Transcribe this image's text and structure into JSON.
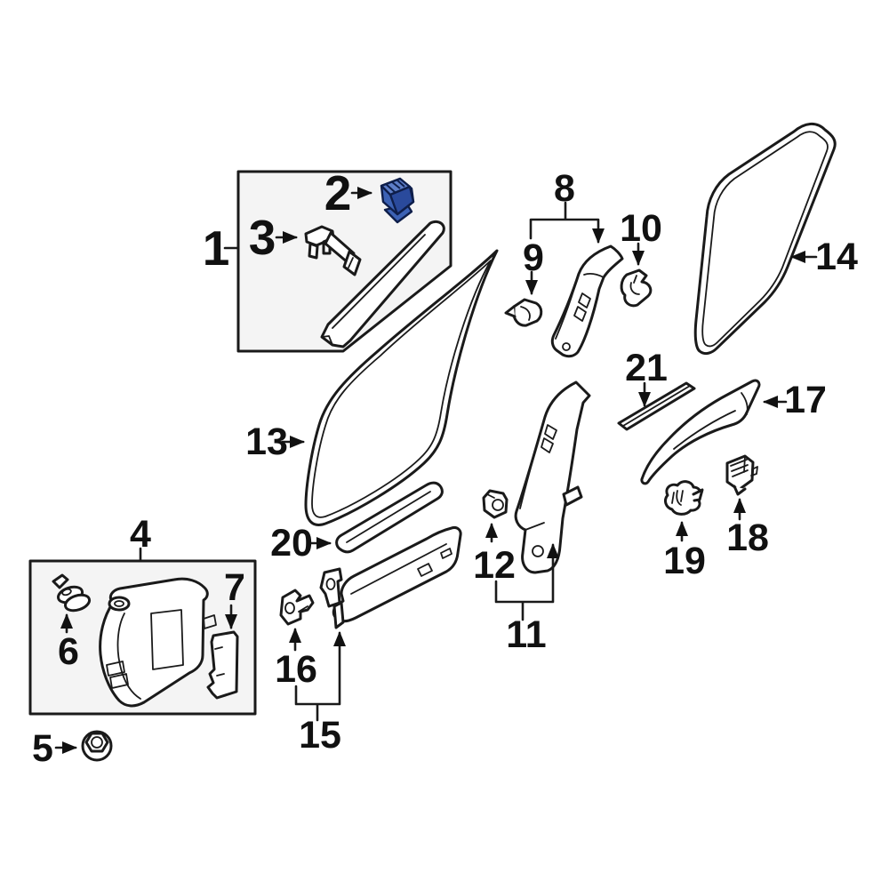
{
  "diagram": {
    "kind": "exploded-parts-diagram",
    "subject": "vehicle interior trim – pillar garnishes, weatherstrips, scuff plates and clips",
    "background_color": "#ffffff",
    "line_color": "#1a1a1a",
    "panel_fill": "#f4f4f4",
    "highlighted_part_id": "2",
    "highlight_colors": {
      "main": "#3c62b5",
      "light": "#5d7ec8",
      "dark": "#2a4a9c",
      "outline": "#0e1e4a"
    },
    "callouts": [
      {
        "id": "1",
        "label": "1"
      },
      {
        "id": "2",
        "label": "2"
      },
      {
        "id": "3",
        "label": "3"
      },
      {
        "id": "4",
        "label": "4"
      },
      {
        "id": "5",
        "label": "5"
      },
      {
        "id": "6",
        "label": "6"
      },
      {
        "id": "7",
        "label": "7"
      },
      {
        "id": "8",
        "label": "8"
      },
      {
        "id": "9",
        "label": "9"
      },
      {
        "id": "10",
        "label": "10"
      },
      {
        "id": "11",
        "label": "11"
      },
      {
        "id": "12",
        "label": "12"
      },
      {
        "id": "13",
        "label": "13"
      },
      {
        "id": "14",
        "label": "14"
      },
      {
        "id": "15",
        "label": "15"
      },
      {
        "id": "16",
        "label": "16"
      },
      {
        "id": "17",
        "label": "17"
      },
      {
        "id": "18",
        "label": "18"
      },
      {
        "id": "19",
        "label": "19"
      },
      {
        "id": "20",
        "label": "20"
      },
      {
        "id": "21",
        "label": "21"
      }
    ]
  }
}
